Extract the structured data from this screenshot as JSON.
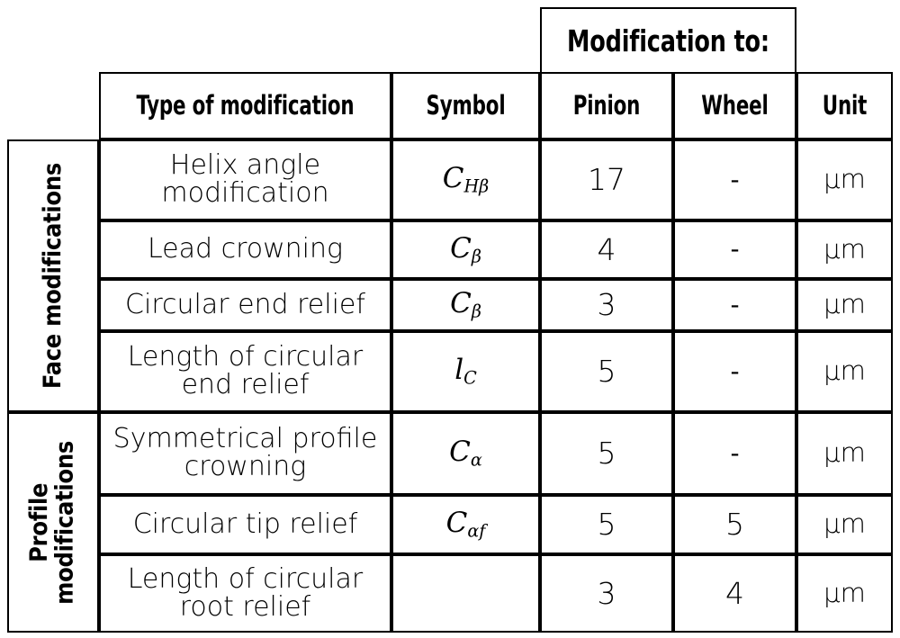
{
  "table": {
    "group_header": "Modification to:",
    "columns": [
      {
        "key": "type",
        "label": "Type of modification"
      },
      {
        "key": "symbol",
        "label": "Symbol"
      },
      {
        "key": "pinion",
        "label": "Pinion"
      },
      {
        "key": "wheel",
        "label": "Wheel"
      },
      {
        "key": "unit",
        "label": "Unit"
      }
    ],
    "categories": [
      {
        "key": "face",
        "label": "Face modifications",
        "rows": [
          0,
          1,
          2,
          3
        ]
      },
      {
        "key": "profile",
        "label": "Profile\nmodifications",
        "rows": [
          4,
          5,
          6
        ]
      }
    ],
    "rows": [
      {
        "type": "Helix angle\nmodification",
        "symbol_base": "C",
        "symbol_sub": "Hβ",
        "pinion": "17",
        "wheel": "-",
        "unit": "μm"
      },
      {
        "type": "Lead crowning",
        "symbol_base": "C",
        "symbol_sub": "β",
        "pinion": "4",
        "wheel": "-",
        "unit": "μm"
      },
      {
        "type": "Circular end relief",
        "symbol_base": "C",
        "symbol_sub": "β",
        "pinion": "3",
        "wheel": "-",
        "unit": "μm"
      },
      {
        "type": "Length of circular\nend relief",
        "symbol_base": "l",
        "symbol_sub": "C",
        "pinion": "5",
        "wheel": "-",
        "unit": "μm"
      },
      {
        "type": "Symmetrical profile\ncrowning",
        "symbol_base": "C",
        "symbol_sub": "α",
        "pinion": "5",
        "wheel": "-",
        "unit": "μm"
      },
      {
        "type": "Circular tip relief",
        "symbol_base": "C",
        "symbol_sub": "αf",
        "pinion": "5",
        "wheel": "5",
        "unit": "μm"
      },
      {
        "type": "Length of circular\nroot relief",
        "symbol_base": "",
        "symbol_sub": "",
        "pinion": "3",
        "wheel": "4",
        "unit": "μm"
      }
    ],
    "colors": {
      "border": "#000000",
      "text": "#000000",
      "background": "#ffffff"
    }
  }
}
